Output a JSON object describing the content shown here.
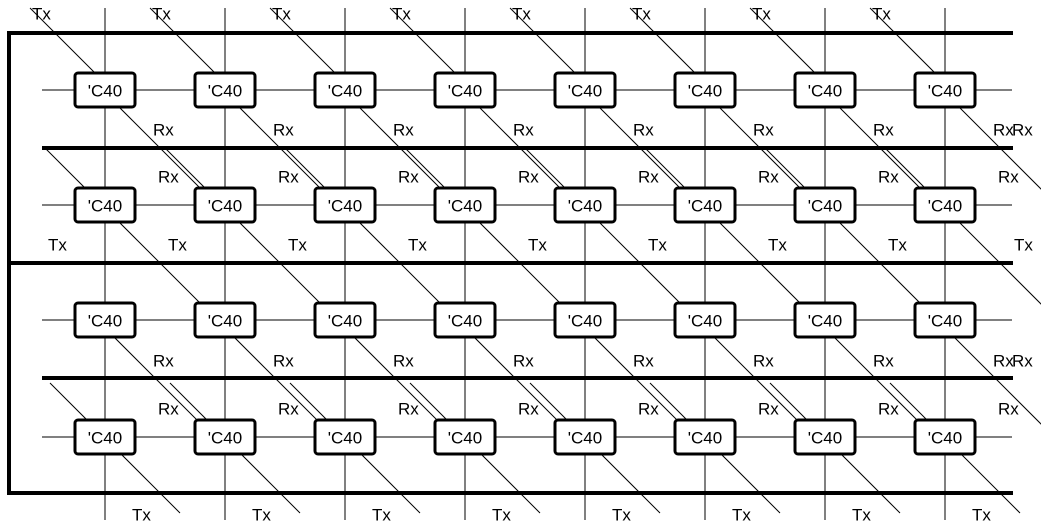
{
  "diagram": {
    "chip_label": "'C40",
    "tx_label": "Tx",
    "rx_label": "Rx",
    "grid": {
      "rows": 4,
      "cols": 8
    },
    "colors": {
      "ink": "#000000",
      "chip_fill": "#ffffff",
      "background": "#ffffff"
    }
  }
}
